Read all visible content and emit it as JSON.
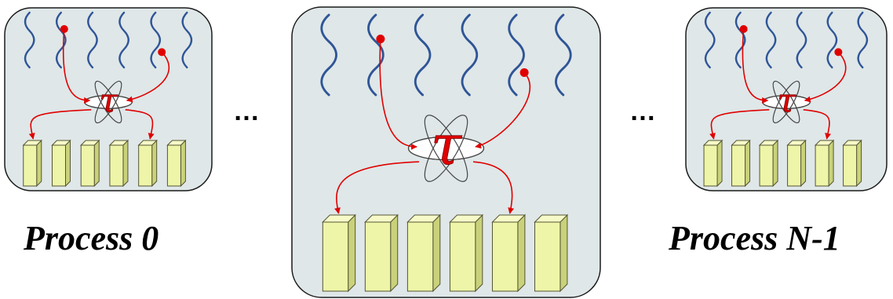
{
  "labels": {
    "first_process": "Process 0",
    "last_process": "Process N-1",
    "ellipsis": "…"
  },
  "colors": {
    "panel_fill": "#dfe7e8",
    "panel_stroke": "#1a1a1a",
    "wave": "#2f5597",
    "arrow": "#e00000",
    "column_front": "#eef5a8",
    "column_side": "#c9d27a",
    "column_top": "#f6fac8",
    "column_stroke": "#555533",
    "tau": "#e00000"
  },
  "icons": {
    "center": "tau-atom-icon"
  },
  "panels": [
    {
      "id": "process-0",
      "waves": 6,
      "columns": 6
    },
    {
      "id": "process-middle",
      "waves": 6,
      "columns": 6
    },
    {
      "id": "process-n-1",
      "waves": 6,
      "columns": 6
    }
  ]
}
